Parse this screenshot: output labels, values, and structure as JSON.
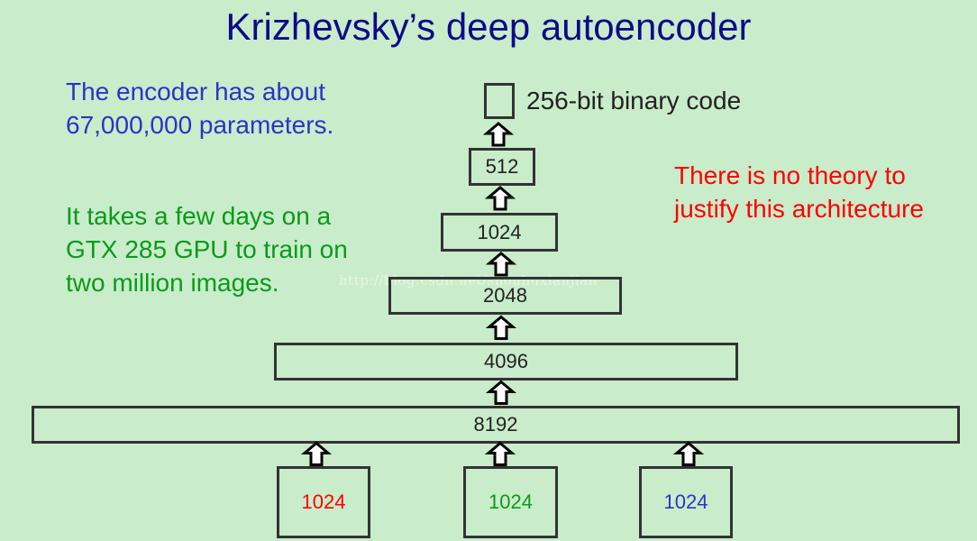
{
  "title": "Krizhevsky’s deep autoencoder",
  "notes": {
    "encoder_params": "The encoder has about 67,000,000 parameters.",
    "training_time": "It takes a few days on a GTX 285 GPU to train on two million images.",
    "theory": "There is no theory to justify this architecture"
  },
  "code_label": "256-bit binary code",
  "layers": [
    "512",
    "1024",
    "2048",
    "4096",
    "8192"
  ],
  "inputs": [
    {
      "label": "1024",
      "color": "#ff0000"
    },
    {
      "label": "1024",
      "color": "#0a9a1a"
    },
    {
      "label": "1024",
      "color": "#2b34c8"
    }
  ],
  "watermark": "http://blog.csdn.net/shouhuxianjian"
}
